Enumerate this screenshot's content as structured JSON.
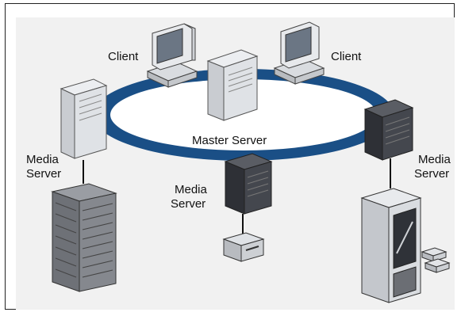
{
  "labels": {
    "client_left": "Client",
    "client_right": "Client",
    "master_server": "Master Server",
    "media_server_left": [
      "Media",
      "Server"
    ],
    "media_server_center": [
      "Media",
      "Server"
    ],
    "media_server_right": [
      "Media",
      "Server"
    ]
  },
  "colors": {
    "ring": "#1a4f86",
    "panel_bg": "#f1f1f1",
    "light_server": "#d8dbe0",
    "dark_server": "#3a3d44"
  },
  "icons": [
    "desktop-computer-icon",
    "tower-server-icon",
    "rack-server-icon",
    "tape-library-icon",
    "tape-drive-icon",
    "disk-array-icon"
  ]
}
